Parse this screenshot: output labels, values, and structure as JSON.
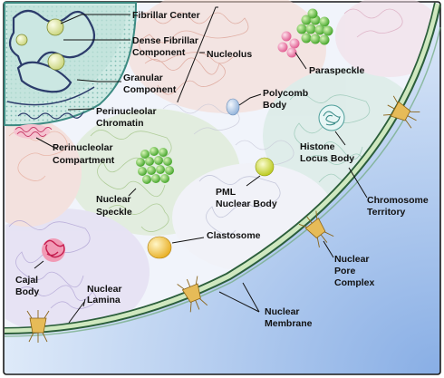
{
  "diagram": {
    "labels": {
      "fibrillar_center": "Fibrillar Center",
      "dense_fibrillar_1": "Dense Fibrillar",
      "dense_fibrillar_2": "Component",
      "granular_1": "Granular",
      "granular_2": "Component",
      "perinucleolar_chromatin_1": "Perinucleolar",
      "perinucleolar_chromatin_2": "Chromatin",
      "perinucleolar_compartment_1": "Perinucleolar",
      "perinucleolar_compartment_2": "Compartment",
      "nucleolus": "Nucleolus",
      "paraspeckle": "Paraspeckle",
      "polycomb_1": "Polycomb",
      "polycomb_2": "Body",
      "histone_1": "Histone",
      "histone_2": "Locus Body",
      "chromosome_territory_1": "Chromosome",
      "chromosome_territory_2": "Territory",
      "nuclear_speckle_1": "Nuclear",
      "nuclear_speckle_2": "Speckle",
      "pml_1": "PML",
      "pml_2": "Nuclear Body",
      "clastosome": "Clastosome",
      "cajal_1": "Cajal",
      "cajal_2": "Body",
      "nuclear_lamina_1": "Nuclear",
      "nuclear_lamina_2": "Lamina",
      "nuclear_pore_1": "Nuclear",
      "nuclear_pore_2": "Pore",
      "nuclear_pore_3": "Complex",
      "nuclear_membrane_1": "Nuclear",
      "nuclear_membrane_2": "Membrane"
    },
    "colors": {
      "background": "#ffffff",
      "nucleoplasm": "#f1f4fb",
      "cytoplasm": "#aac3ea",
      "membrane_green": "#4f9a63",
      "membrane_light": "#cfe8bf",
      "nucleolus_teal": "#5aa8a0",
      "nucleolus_fill": "#dff2ee",
      "speckle_green": "#5fc23a",
      "paraspeckle_green": "#3eb34a",
      "paraspeckle_pink": "#ee7fa8",
      "pml_yellow": "#c8d61a",
      "clastosome_yellow": "#f2c12b",
      "cajal_red": "#d8245a",
      "polycomb_blue": "#b9cde6",
      "histone_teal": "#9fd5d2",
      "pore_gold": "#d8a73c"
    }
  }
}
